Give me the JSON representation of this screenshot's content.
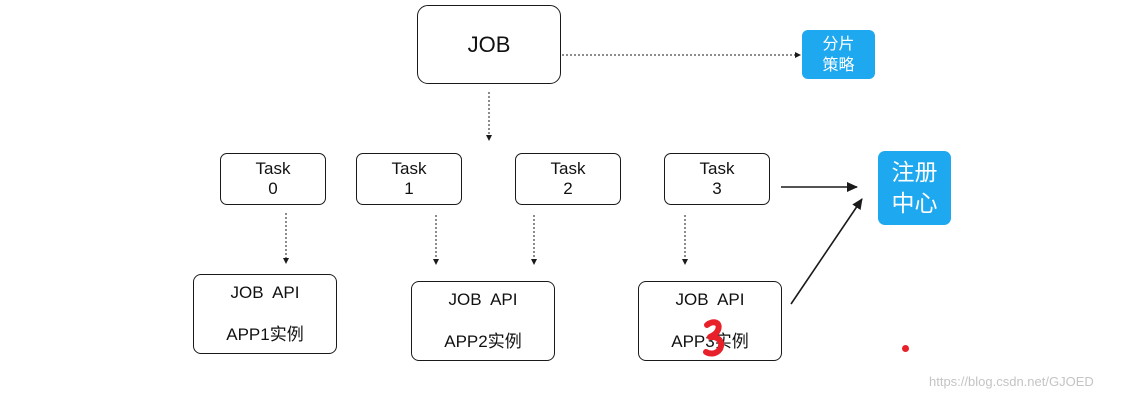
{
  "diagram": {
    "job": {
      "label": "JOB"
    },
    "strategy": {
      "line1": "分片",
      "line2": "策略"
    },
    "registry": {
      "line1": "注册",
      "line2": "中心"
    },
    "tasks": [
      {
        "line1": "Task",
        "line2": "0"
      },
      {
        "line1": "Task",
        "line2": "1"
      },
      {
        "line1": "Task",
        "line2": "2"
      },
      {
        "line1": "Task",
        "line2": "3"
      }
    ],
    "apps": [
      {
        "api": "JOB  API",
        "instance": "APP1实例"
      },
      {
        "api": "JOB  API",
        "instance": "APP2实例"
      },
      {
        "api": "JOB  API",
        "instance": "APP3实例"
      }
    ]
  },
  "watermark": "https://blog.csdn.net/GJOED",
  "colors": {
    "accent_blue": "#1ea8f0",
    "annotation_red": "#e8202a",
    "line": "#1a1a1a"
  }
}
